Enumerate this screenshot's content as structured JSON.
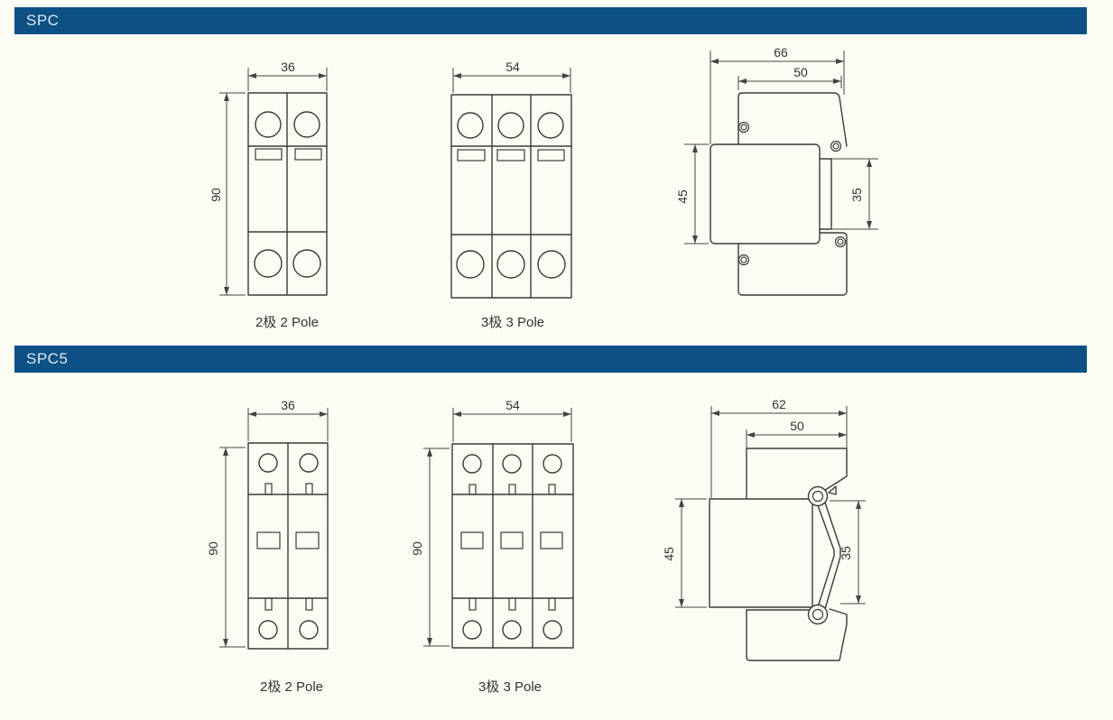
{
  "page": {
    "background": "#fcfcf5"
  },
  "theme": {
    "header_bg": "#0d5184",
    "header_text": "#dce9f2",
    "line_color": "#3b3b3b",
    "dim_color": "#444444"
  },
  "sections": {
    "spc": {
      "header": "SPC",
      "front2": {
        "width": "36",
        "height": "90",
        "label": "2极 2 Pole"
      },
      "front3": {
        "width": "54",
        "label": "3极 3 Pole"
      },
      "side": {
        "overall_width": "66",
        "body_width": "50",
        "module_height": "45",
        "rail_height": "35"
      }
    },
    "spc5": {
      "header": "SPC5",
      "front2": {
        "width": "36",
        "height": "90",
        "label": "2极 2 Pole"
      },
      "front3": {
        "width": "54",
        "height": "90",
        "label": "3极 3 Pole"
      },
      "side": {
        "overall_width": "62",
        "body_width": "50",
        "module_height": "45",
        "rail_height": "35"
      }
    }
  }
}
